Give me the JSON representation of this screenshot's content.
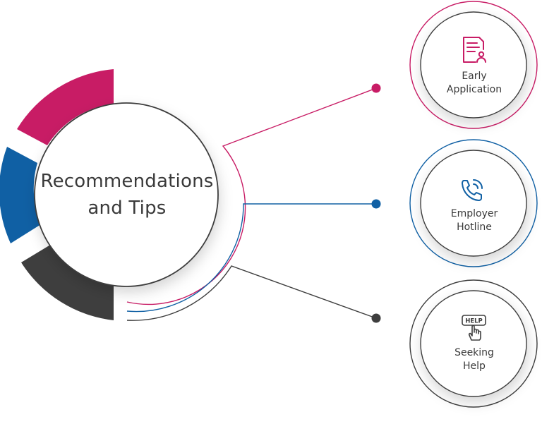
{
  "center": {
    "title_line1": "Recommendations",
    "title_line2": "and Tips"
  },
  "colors": {
    "magenta": "#c81c65",
    "blue": "#1060a4",
    "dark": "#3e3e3e",
    "text": "#3a3a3a"
  },
  "items": [
    {
      "line1": "Early",
      "line2": "Application",
      "icon": "document-user-icon",
      "color": "#c81c65"
    },
    {
      "line1": "Employer",
      "line2": "Hotline",
      "icon": "phone-call-icon",
      "color": "#1060a4"
    },
    {
      "line1": "Seeking",
      "line2": "Help",
      "icon": "help-hand-icon",
      "color": "#3e3e3e",
      "icon_text": "HELP"
    }
  ]
}
